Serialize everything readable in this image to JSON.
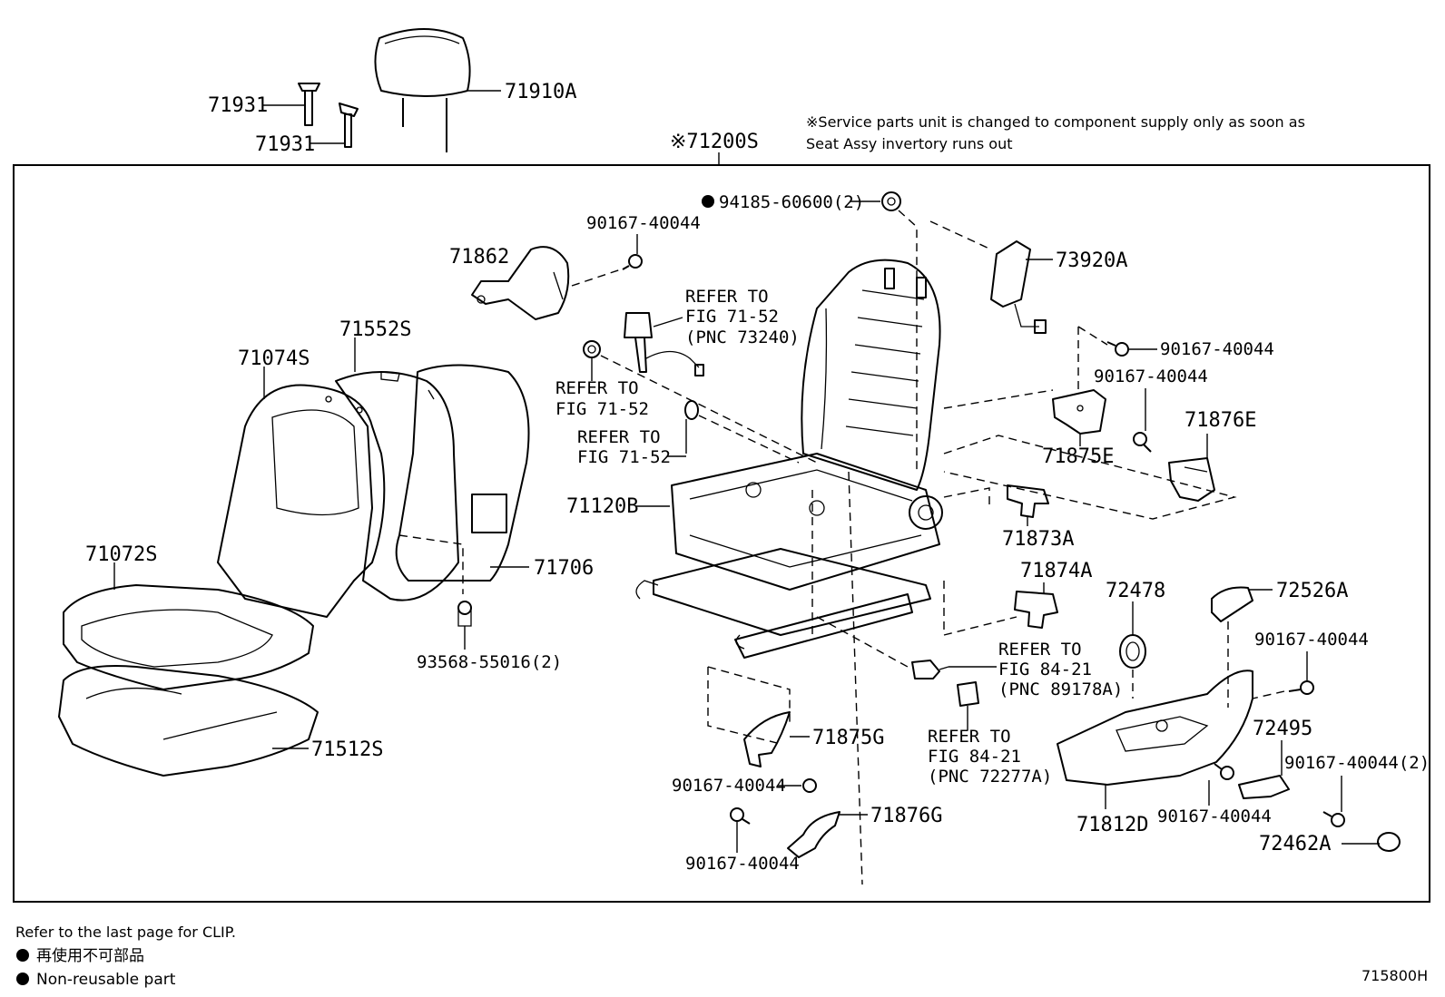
{
  "notice": {
    "line1": "※Service parts unit is changed to component supply only as soon as",
    "line2": "Seat Assy invertory runs out"
  },
  "assembly_label": "※71200S",
  "part_labels": {
    "p71931a": "71931",
    "p71931b": "71931",
    "p71910A": "71910A",
    "p94185": "94185-60600(2)",
    "p90167_top": "90167-40044",
    "p71862": "71862",
    "p73920A": "73920A",
    "p90167_r1": "90167-40044",
    "p90167_r2": "90167-40044",
    "p71876E": "71876E",
    "p71875E": "71875E",
    "p71552S": "71552S",
    "p71074S": "71074S",
    "p71120B": "71120B",
    "p71873A": "71873A",
    "p71072S": "71072S",
    "p71706": "71706",
    "p71874A": "71874A",
    "p72478": "72478",
    "p72526A": "72526A",
    "p90167_r3": "90167-40044",
    "p93568": "93568-55016(2)",
    "p71512S": "71512S",
    "p71875G": "71875G",
    "p72495": "72495",
    "p90167_r4": "90167-40044(2)",
    "p90167_b1": "90167-40044",
    "p90167_b2": "90167-40044",
    "p71876G": "71876G",
    "p71812D": "71812D",
    "p72462A": "72462A",
    "p90167_b3": "90167-40044"
  },
  "refer_labels": {
    "r1": [
      "REFER TO",
      "FIG 71-52",
      "(PNC 73240)"
    ],
    "r2": [
      "REFER TO",
      "FIG 71-52"
    ],
    "r3": [
      "REFER TO",
      "FIG 71-52"
    ],
    "r4": [
      "REFER TO",
      "FIG 84-21",
      "(PNC 89178A)"
    ],
    "r5": [
      "REFER TO",
      "FIG 84-21",
      "(PNC 72277A)"
    ]
  },
  "legend": {
    "clip_note": "Refer to the last page for CLIP.",
    "jp": "再使用不可部品",
    "en": "Non-reusable part"
  },
  "figure_id": "715800H"
}
